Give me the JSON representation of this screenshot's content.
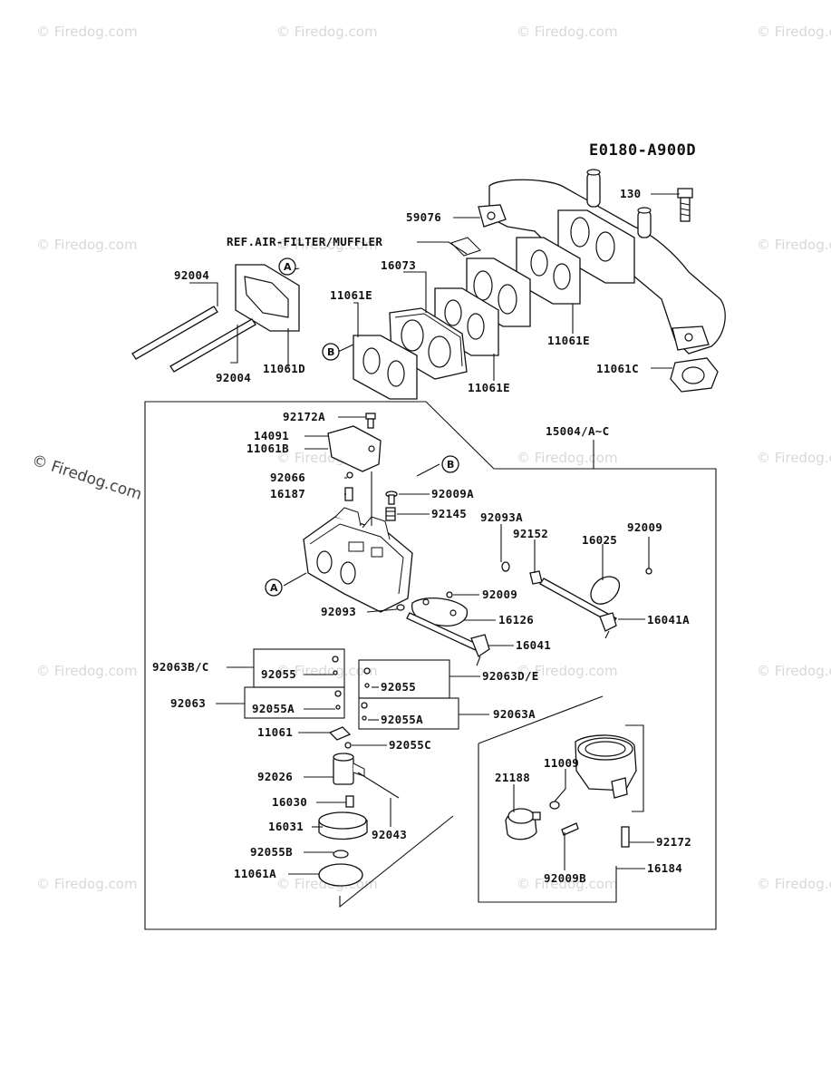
{
  "diagram": {
    "code": "E0180-A900D",
    "reference_text": "REF.AIR-FILTER/MUFFLER",
    "ref_markers": [
      "A",
      "B"
    ],
    "watermark": "© Firedog.com",
    "labels": {
      "p130": "130",
      "p59076": "59076",
      "p92004_top": "92004",
      "p16073": "16073",
      "p11061E_a": "11061E",
      "p11061E_b": "11061E",
      "p11061E_c": "11061E",
      "p92004_bot": "92004",
      "p11061D": "11061D",
      "p11061C": "11061C",
      "p92172A": "92172A",
      "p14091": "14091",
      "p11061B": "11061B",
      "p15004": "15004/A~C",
      "p92066": "92066",
      "p16187": "16187",
      "p92009A": "92009A",
      "p92145": "92145",
      "p92093A": "92093A",
      "p92152": "92152",
      "p16025": "16025",
      "p92009_a": "92009",
      "p92009_b": "92009",
      "p92093": "92093",
      "p16126": "16126",
      "p16041A": "16041A",
      "p16041": "16041",
      "p92063BC": "92063B/C",
      "p92055_a": "92055",
      "p92055_b": "92055",
      "p92063DE": "92063D/E",
      "p92063": "92063",
      "p92055A_a": "92055A",
      "p92055A_b": "92055A",
      "p92063A": "92063A",
      "p11061": "11061",
      "p92055C": "92055C",
      "p11009": "11009",
      "p21188": "21188",
      "p92026": "92026",
      "p16030": "16030",
      "p16031": "16031",
      "p92043": "92043",
      "p92172": "92172",
      "p92055B": "92055B",
      "p92009B": "92009B",
      "p16184": "16184",
      "p11061A": "11061A"
    }
  }
}
